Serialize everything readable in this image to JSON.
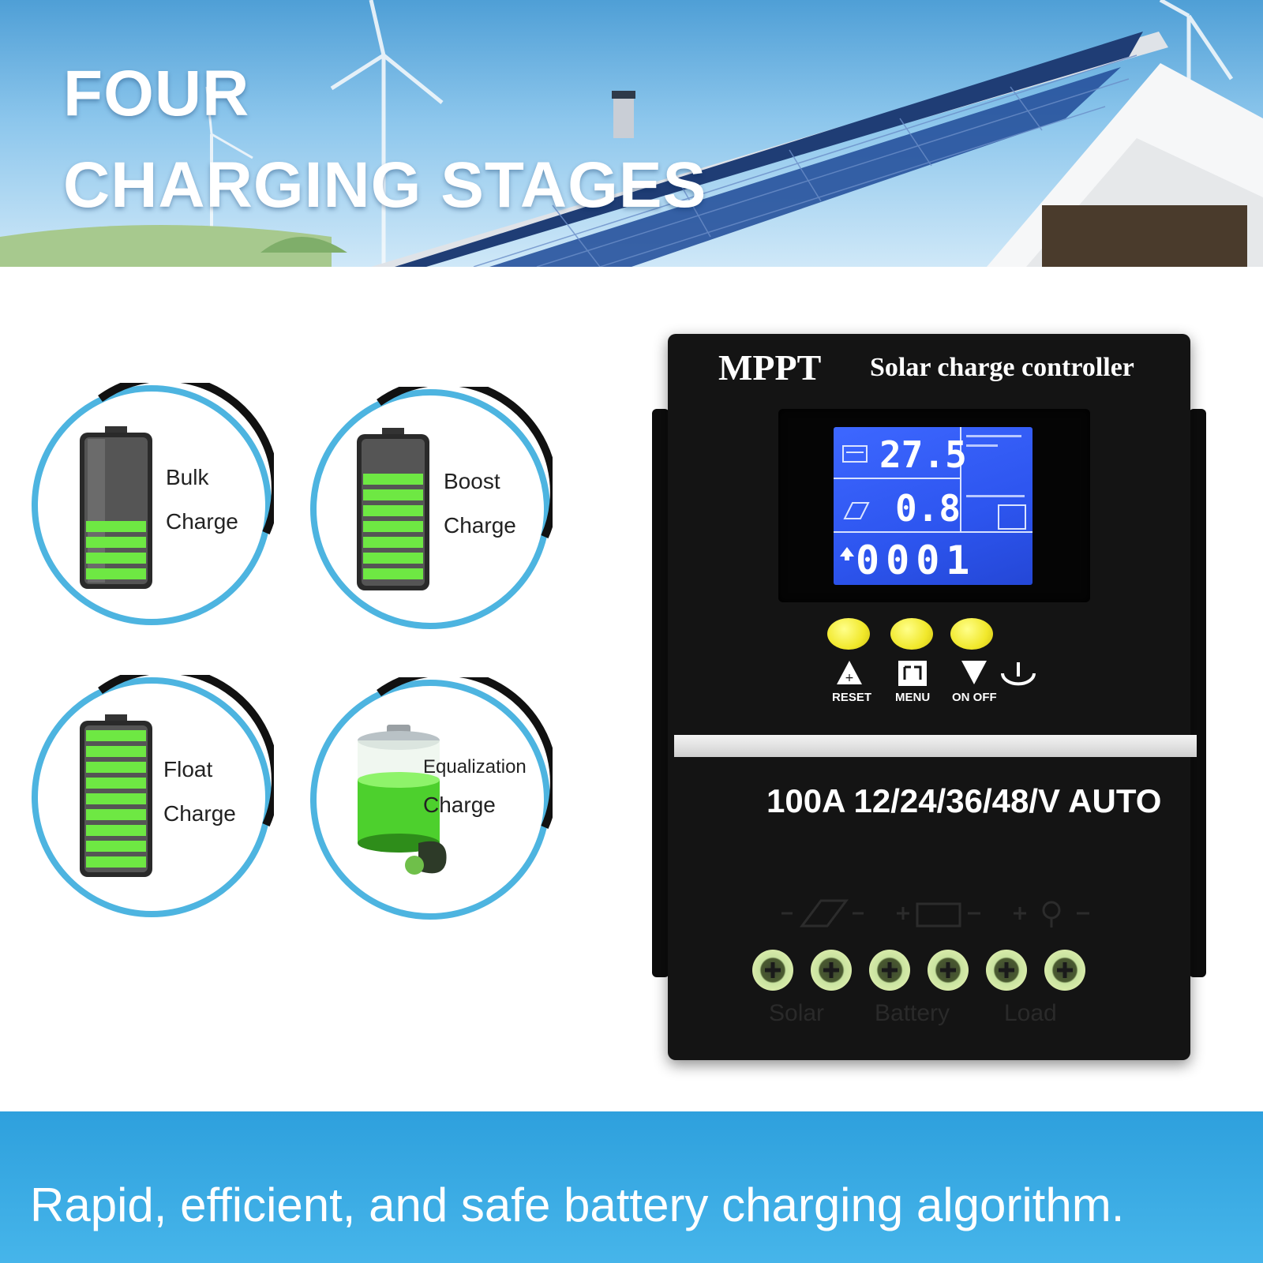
{
  "hero": {
    "title_line1": "FOUR",
    "title_line2": "CHARGING STAGES"
  },
  "stages": [
    {
      "line1": "Bulk",
      "line2": "Charge",
      "fill_fraction": 0.4,
      "icon": "battery-icon"
    },
    {
      "line1": "Boost",
      "line2": "Charge",
      "fill_fraction": 0.8,
      "icon": "battery-icon"
    },
    {
      "line1": "Float",
      "line2": "Charge",
      "fill_fraction": 1.0,
      "icon": "battery-icon"
    },
    {
      "line1": "Equalization",
      "line2": "Charge",
      "icon": "glass-battery-icon"
    }
  ],
  "controller": {
    "brand": "MPPT",
    "subtitle": "Solar charge controller",
    "lcd": {
      "row1_value": "27.5",
      "row2_value": "0.8",
      "row3_value": "0001"
    },
    "buttons": [
      "RESET",
      "MENU",
      "ON OFF"
    ],
    "spec": "100A 12/24/36/48/V AUTO",
    "terminal_labels": [
      "Solar",
      "Battery",
      "Load"
    ]
  },
  "footer": {
    "text": "Rapid, efficient, and safe battery charging algorithm."
  },
  "colors": {
    "ring_blue": "#4db4e0",
    "battery_green": "#6ee843",
    "lcd_blue": "#2d55ef",
    "button_yellow": "#f1e82b",
    "footer_blue": "#2ea0dd"
  }
}
